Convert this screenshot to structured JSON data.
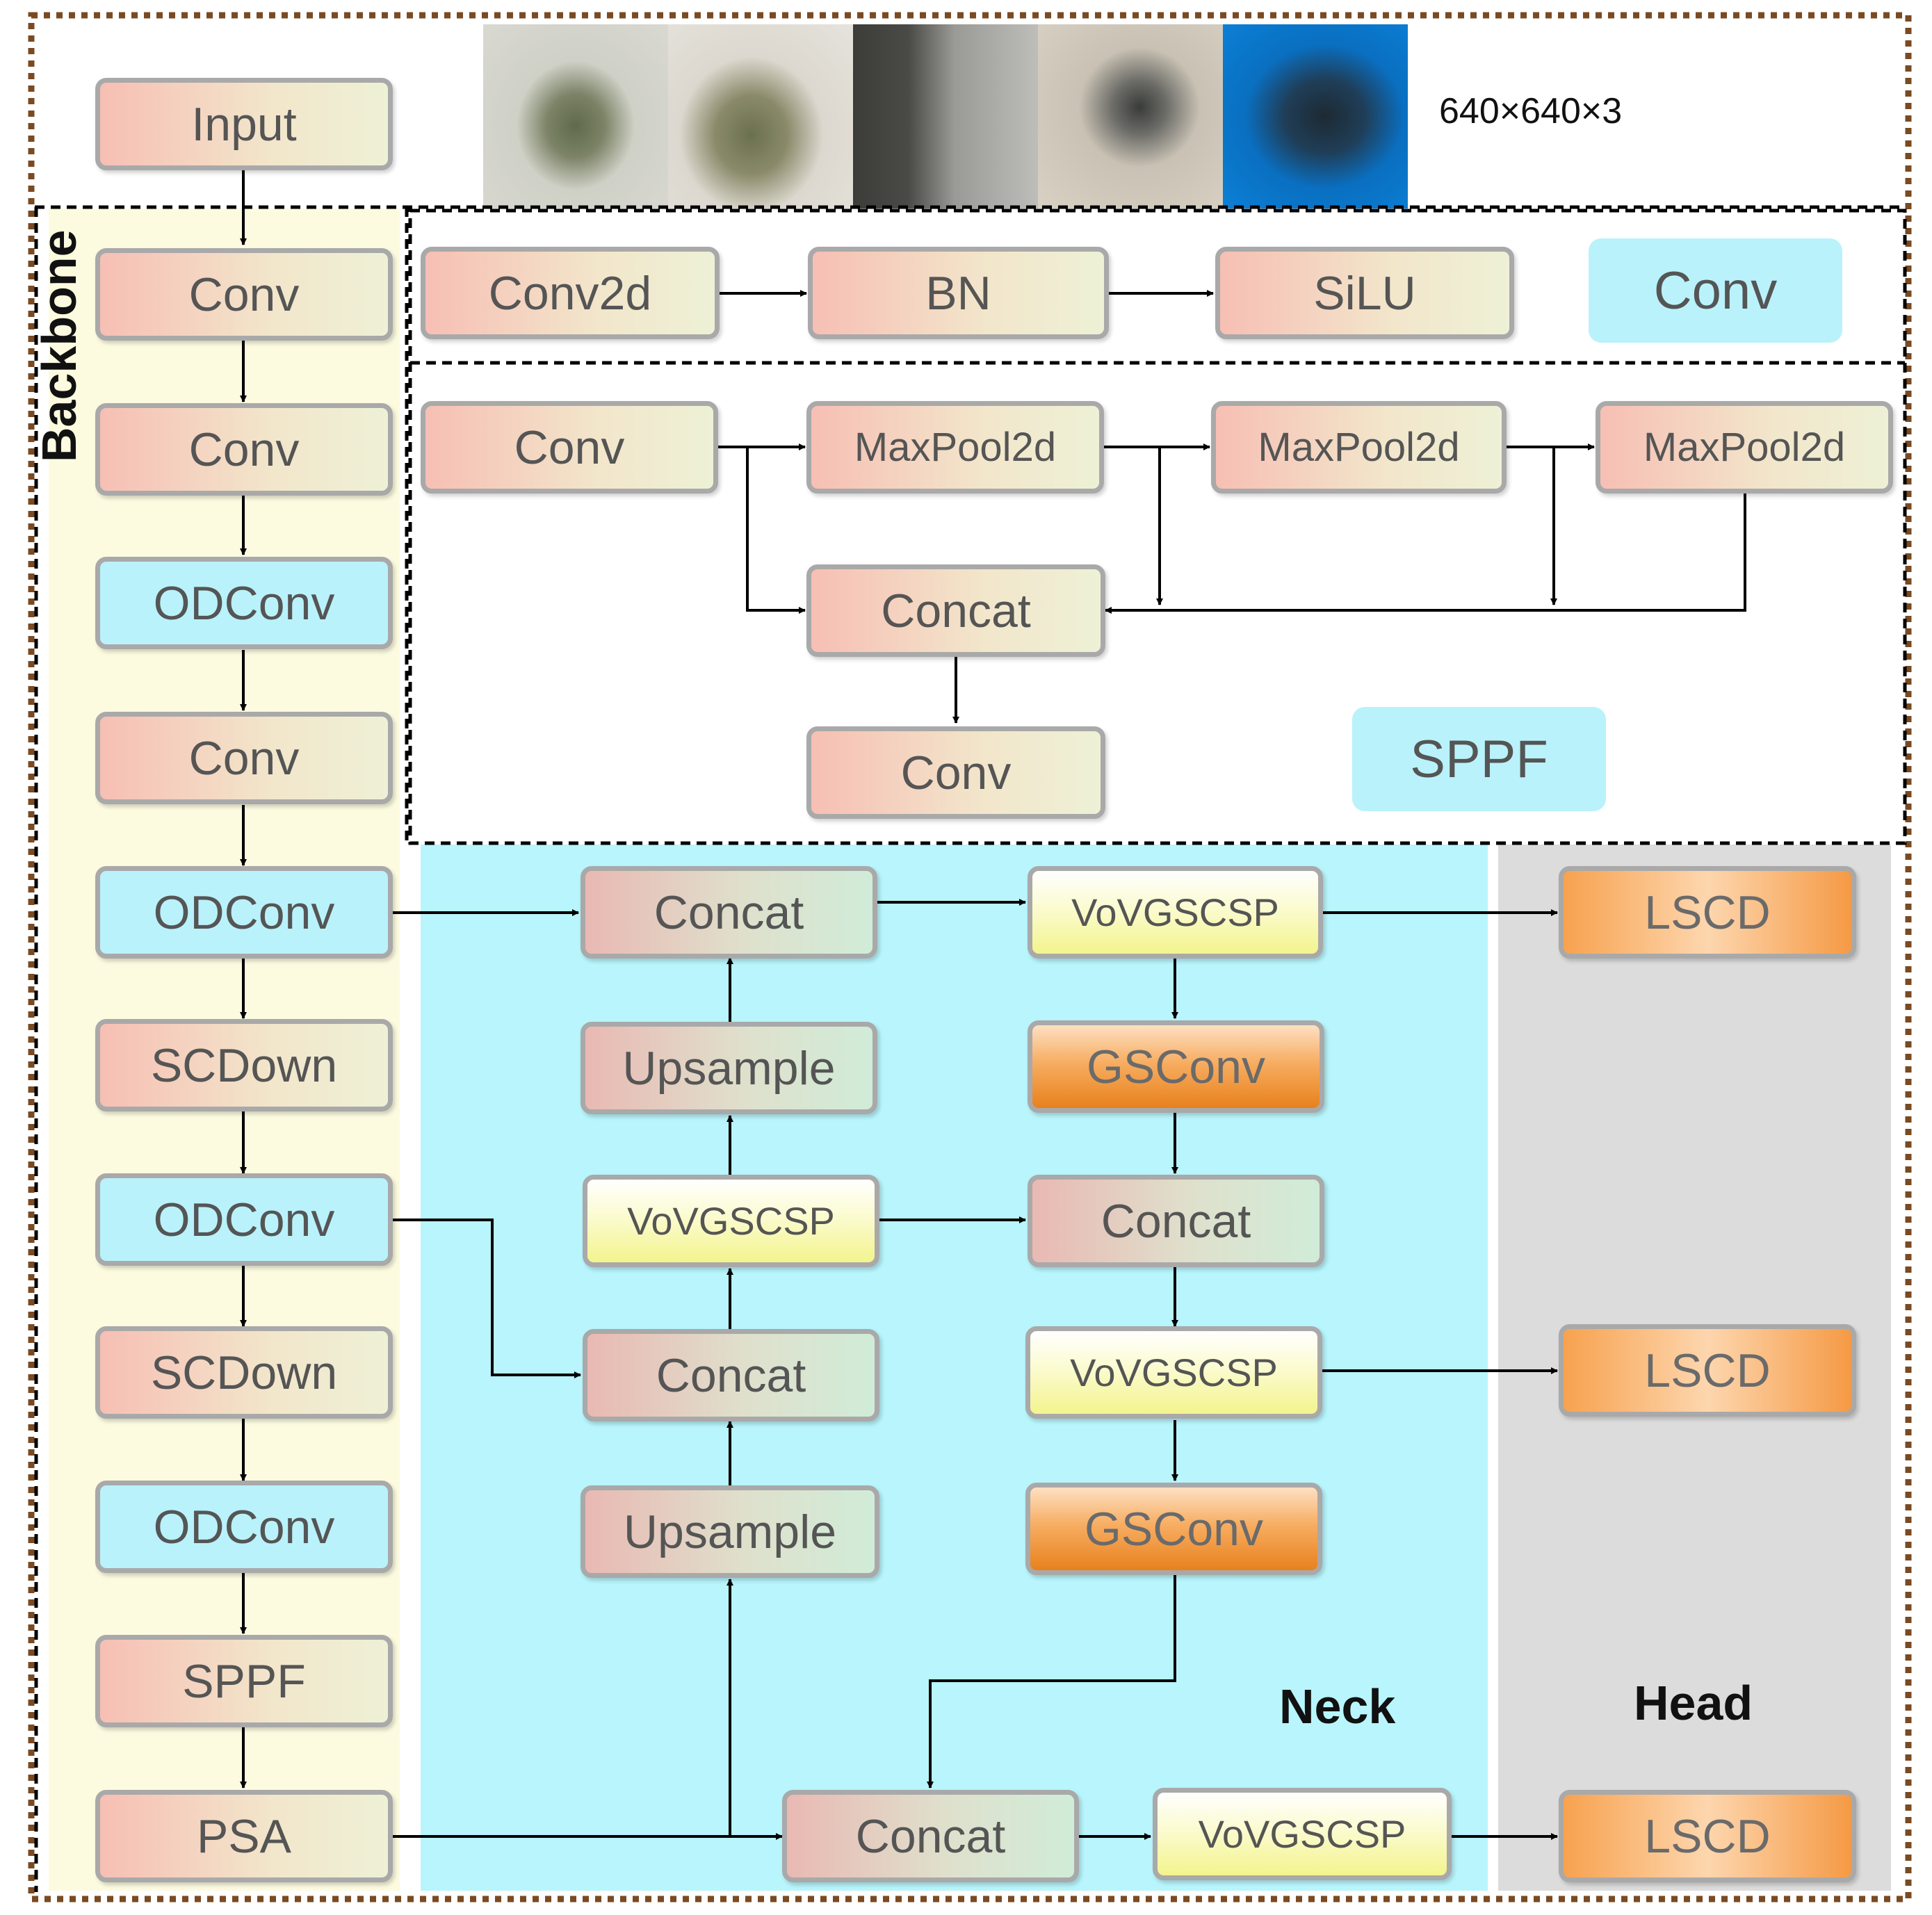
{
  "input_size": "640×640×3",
  "sections": {
    "backbone": "Backbone",
    "neck": "Neck",
    "head": "Head"
  },
  "images": {
    "count": 5,
    "backgrounds": [
      "#d9d9d2",
      "#e6e3dc",
      "#8c8c88",
      "#d9d2c4",
      "#0b80d6"
    ]
  },
  "colors": {
    "backbone_bg": "#fcfbe0",
    "neck_bg": "#b8f5fc",
    "head_bg": "#dcdcdc",
    "frame_dots": "#7a4a22",
    "arrow": "#000000"
  },
  "backbone": [
    "Input",
    "Conv",
    "Conv",
    "ODConv",
    "Conv",
    "ODConv",
    "SCDown",
    "ODConv",
    "SCDown",
    "ODConv",
    "SPPF",
    "PSA"
  ],
  "conv_detail": {
    "items": [
      "Conv2d",
      "BN",
      "SiLU"
    ],
    "label": "Conv"
  },
  "sppf_detail": {
    "conv_in": "Conv",
    "pools": [
      "MaxPool2d",
      "MaxPool2d",
      "MaxPool2d"
    ],
    "concat": "Concat",
    "conv_out": "Conv",
    "label": "SPPF"
  },
  "neck": {
    "top_concat": "Concat",
    "upsample_1": "Upsample",
    "vov_mid": "VoVGSCSP",
    "mid_concat": "Concat",
    "upsample_2": "Upsample",
    "vov_out_1": "VoVGSCSP",
    "gsconv_1": "GSConv",
    "concat_3": "Concat",
    "vov_out_2": "VoVGSCSP",
    "gsconv_2": "GSConv",
    "bottom_concat": "Concat",
    "vov_out_3": "VoVGSCSP"
  },
  "head": [
    "LSCD",
    "LSCD",
    "LSCD"
  ]
}
